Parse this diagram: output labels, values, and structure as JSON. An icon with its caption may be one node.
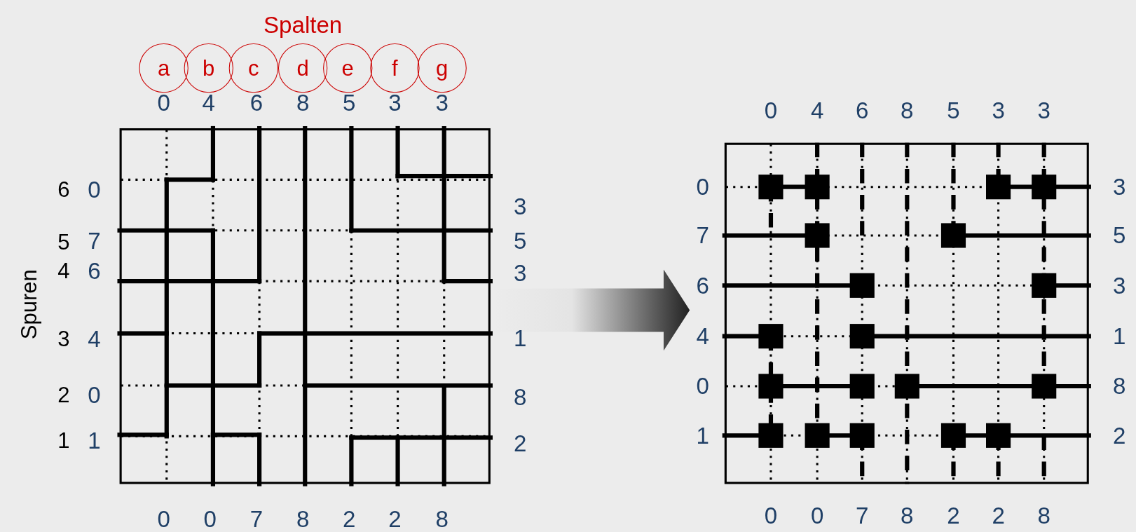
{
  "diagram": {
    "nodes": [
      {
        "text": [
          "a"
        ]
      },
      {
        "text": [
          "b"
        ]
      },
      {
        "text": [
          "c"
        ]
      },
      {
        "text": [
          "d"
        ]
      },
      {
        "text": [
          "e"
        ]
      },
      {
        "text": [
          "f"
        ]
      },
      {
        "text": [
          "g"
        ]
      },
      {
        "text": [],
        "shape": "box"
      },
      {
        "text": [],
        "shape": "box"
      }
    ],
    "edges": [
      {
        "from": 7,
        "to": 8,
        "arrow": "to"
      }
    ],
    "labels": [
      "Spalten",
      "0",
      "4",
      "6",
      "8",
      "5",
      "3",
      "3",
      "Spuren",
      "6",
      "0",
      "3",
      "5",
      "7",
      "5",
      "4",
      "6",
      "3",
      "3",
      "4",
      "1",
      "2",
      "0",
      "8",
      "1",
      "1",
      "2",
      "0",
      "0",
      "7",
      "8",
      "2",
      "2",
      "8",
      "0",
      "4",
      "6",
      "8",
      "5",
      "3",
      "3",
      "0",
      "3",
      "7",
      "5",
      "6",
      "3",
      "4",
      "1",
      "0",
      "8",
      "1",
      "2",
      "0",
      "0",
      "7",
      "8",
      "2",
      "2",
      "8"
    ]
  }
}
